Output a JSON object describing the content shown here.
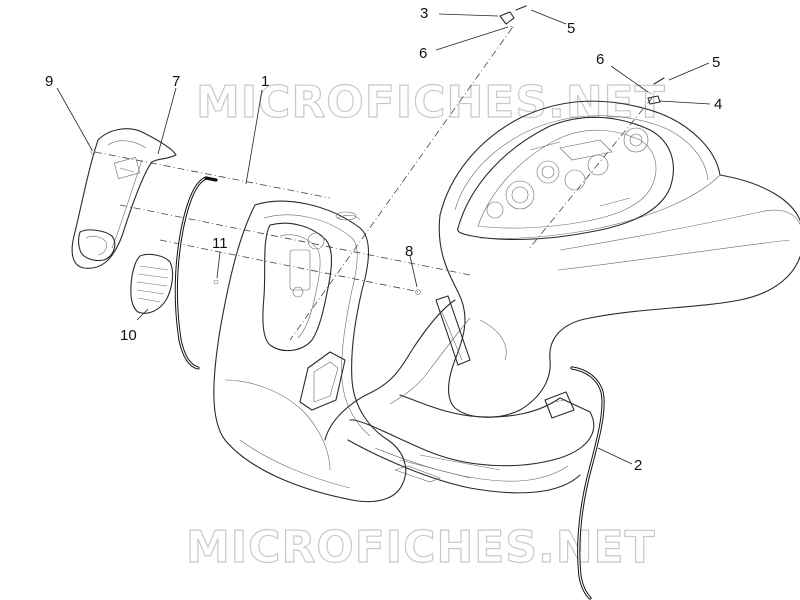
{
  "watermark": {
    "text": "MICROFICHES.NET"
  },
  "callouts": [
    {
      "id": "c1",
      "label": "1"
    },
    {
      "id": "c2",
      "label": "2"
    },
    {
      "id": "c3",
      "label": "3"
    },
    {
      "id": "c4",
      "label": "4"
    },
    {
      "id": "c5a",
      "label": "5"
    },
    {
      "id": "c5b",
      "label": "5"
    },
    {
      "id": "c6a",
      "label": "6"
    },
    {
      "id": "c6b",
      "label": "6"
    },
    {
      "id": "c7",
      "label": "7"
    },
    {
      "id": "c8",
      "label": "8"
    },
    {
      "id": "c9",
      "label": "9"
    },
    {
      "id": "c10",
      "label": "10"
    },
    {
      "id": "c11",
      "label": "11"
    }
  ]
}
